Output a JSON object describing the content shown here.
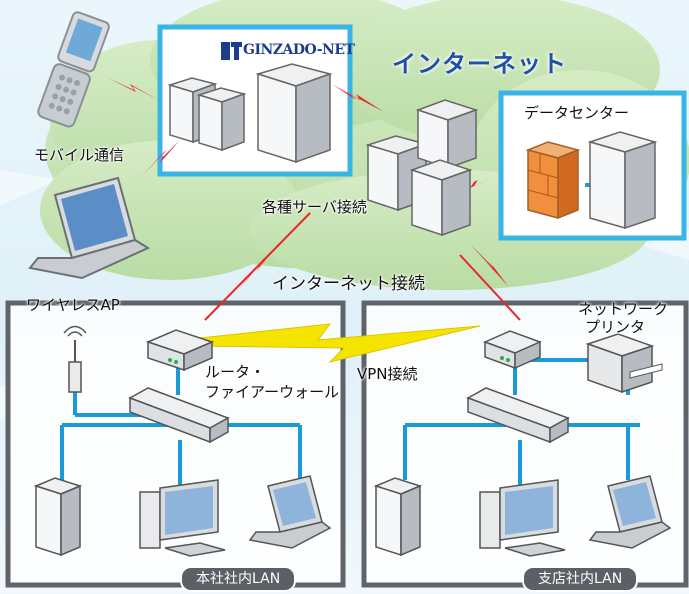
{
  "internet": {
    "title": "インターネット",
    "logo": "GINZADO-NET",
    "datacenter_label": "データセンター",
    "servers_label": "各種サーバ接続",
    "mobile_label": "モバイル通信",
    "internet_connection_label": "インターネット接続"
  },
  "hq": {
    "wireless_ap_label": "ワイヤレスAP",
    "router_label_line1": "ルータ・",
    "router_label_line2": "ファイアーウォール",
    "lan_label": "本社社内LAN"
  },
  "branch": {
    "printer_label_line1": "ネットワーク",
    "printer_label_line2": "プリンタ",
    "lan_label": "支店社内LAN"
  },
  "vpn_label": "VPN接続",
  "colors": {
    "cloud": "#c6e2b4",
    "box_border": "#39b4e6",
    "lan_line": "#1a9ad6",
    "lightning_red": "#e8262a",
    "vpn_yellow": "#f5e400",
    "title_blue": "#1f4fa6"
  }
}
